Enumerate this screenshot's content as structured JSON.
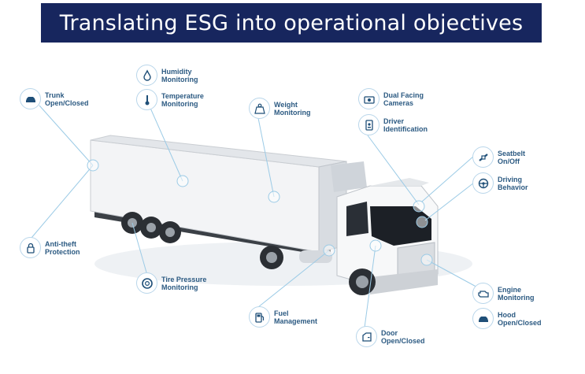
{
  "slide": {
    "title": "Translating ESG into operational objectives"
  },
  "colors": {
    "title_bar": "#17265e",
    "label_text": "#2c5a82",
    "leader_line": "#9ccbe6",
    "icon_stroke": "#1f4f78"
  },
  "features": [
    {
      "id": "trunk",
      "label": "Trunk\nOpen/Closed",
      "icon": "car-icon"
    },
    {
      "id": "humidity",
      "label": "Humidity\nMonitoring",
      "icon": "water-drop-icon"
    },
    {
      "id": "temperature",
      "label": "Temperature\nMonitoring",
      "icon": "thermometer-icon"
    },
    {
      "id": "weight",
      "label": "Weight\nMonitoring",
      "icon": "weight-icon"
    },
    {
      "id": "dual-camera",
      "label": "Dual Facing\nCameras",
      "icon": "camera-icon"
    },
    {
      "id": "driver-id",
      "label": "Driver\nIdentification",
      "icon": "id-badge-icon"
    },
    {
      "id": "seatbelt",
      "label": "Seatbelt\nOn/Off",
      "icon": "seatbelt-icon"
    },
    {
      "id": "driving",
      "label": "Driving\nBehavior",
      "icon": "steering-wheel-icon"
    },
    {
      "id": "anti-theft",
      "label": "Anti-theft\nProtection",
      "icon": "lock-icon"
    },
    {
      "id": "tire",
      "label": "Tire Pressure\nMonitoring",
      "icon": "tire-icon"
    },
    {
      "id": "fuel",
      "label": "Fuel\nManagement",
      "icon": "fuel-pump-icon"
    },
    {
      "id": "door",
      "label": "Door\nOpen/Closed",
      "icon": "door-icon"
    },
    {
      "id": "engine",
      "label": "Engine\nMonitoring",
      "icon": "engine-icon"
    },
    {
      "id": "hood",
      "label": "Hood\nOpen/Closed",
      "icon": "car-icon"
    }
  ]
}
